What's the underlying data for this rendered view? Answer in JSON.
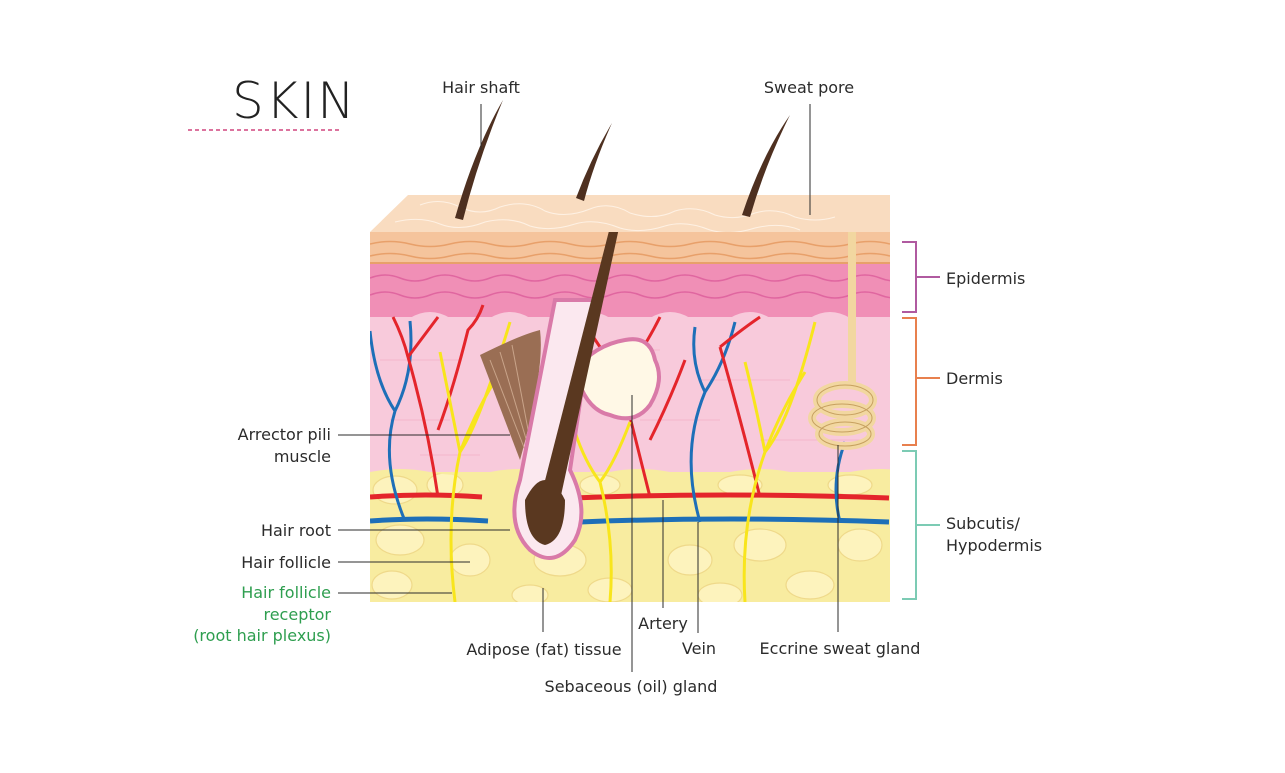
{
  "title": "SKIN",
  "layers": [
    {
      "label": "Epidermis",
      "color": "#b05aa0"
    },
    {
      "label": "Dermis",
      "color": "#e8804e"
    },
    {
      "label": "Subcutis/",
      "label2": "Hypodermis",
      "color": "#7ccbb4"
    }
  ],
  "labels": {
    "hair_shaft": "Hair shaft",
    "sweat_pore": "Sweat pore",
    "arrector_1": "Arrector pili",
    "arrector_2": "muscle",
    "hair_root": "Hair root",
    "hair_follicle": "Hair follicle",
    "receptor_1": "Hair follicle",
    "receptor_2": "receptor",
    "receptor_3": "(root hair plexus)",
    "adipose": "Adipose (fat) tissue",
    "sebaceous": "Sebaceous (oil) gland",
    "artery": "Artery",
    "vein": "Vein",
    "eccrine": "Eccrine sweat gland"
  },
  "colors": {
    "title_underline": "#d0457f",
    "epidermis_top": "#f6d1b0",
    "epidermis_pink": "#f090b6",
    "dermis": "#f7c8d8",
    "hypodermis": "#f8eda0",
    "artery": "#e4252b",
    "vein": "#1e6fb8",
    "nerve": "#f8e51c",
    "hair": "#4e3020",
    "receptor_text": "#2e9e4f"
  }
}
